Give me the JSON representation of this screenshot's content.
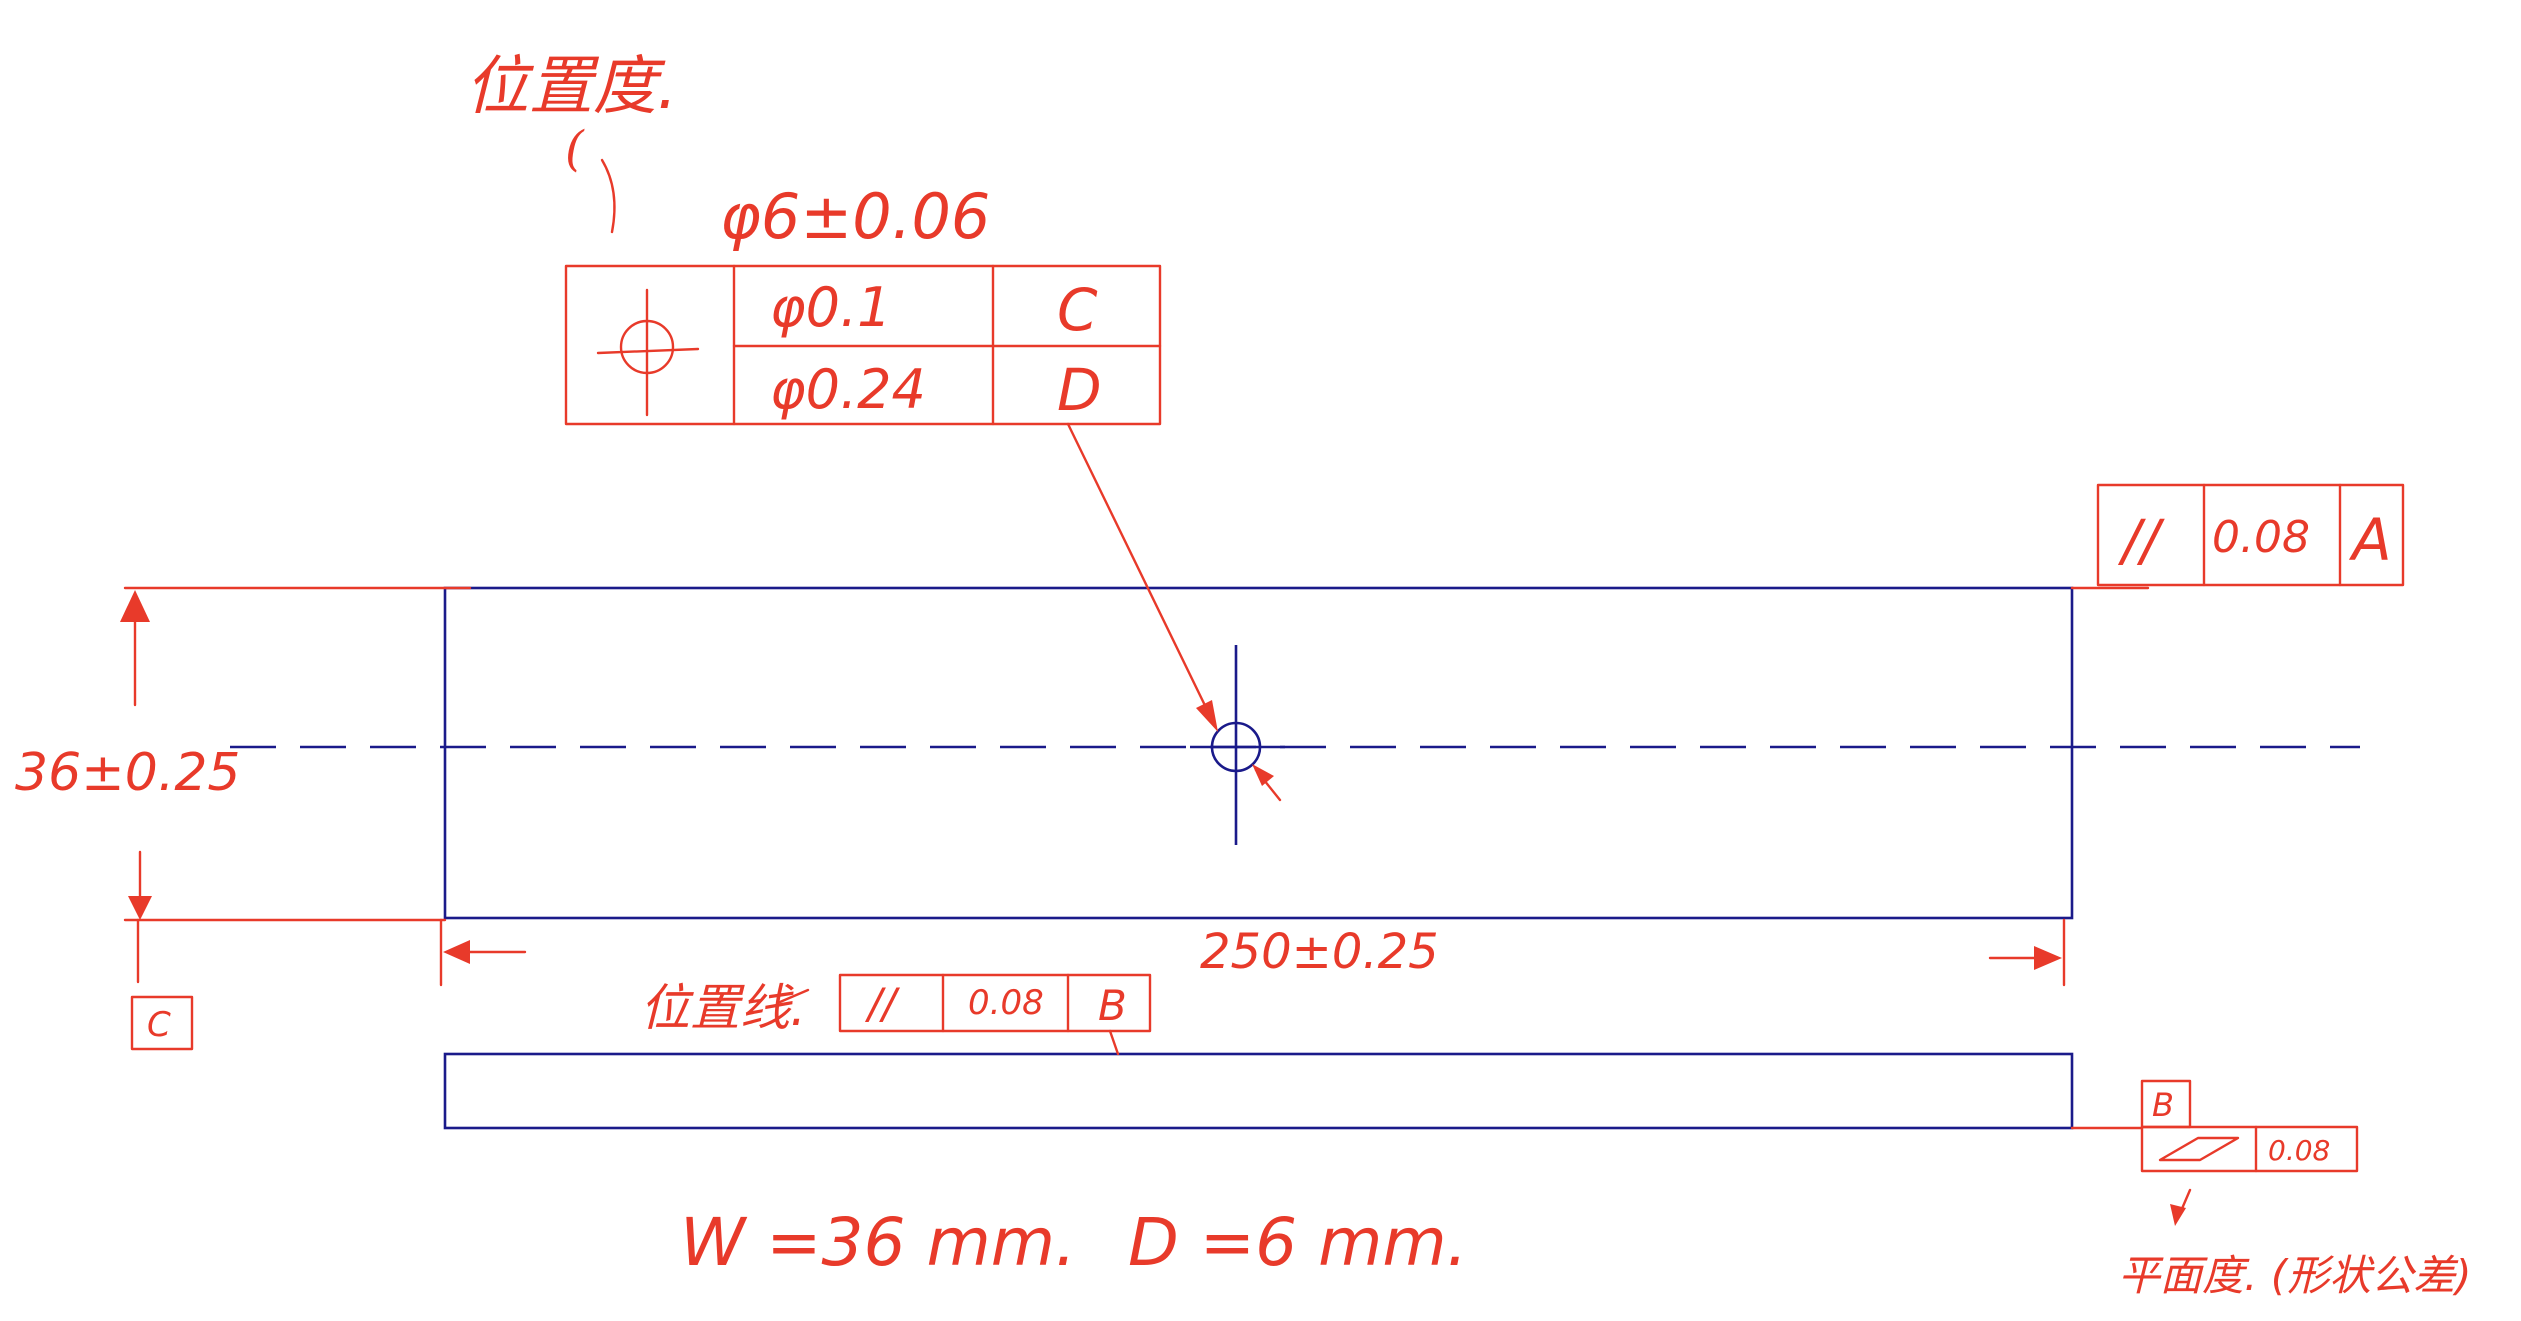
{
  "annotations": {
    "position_tolerance_label": "位置度.",
    "position_tolerance_bracket": "(",
    "hole_size": "φ6±0.06",
    "width_dimension": "36±0.25",
    "length_dimension": "250±0.25",
    "position_line_label": "位置线.",
    "flatness_label": "平面度. (形状公差)",
    "width_note": "W =36 mm.",
    "depth_note": "D =6 mm."
  },
  "feature_control_frames": {
    "position": {
      "symbol": "⌖",
      "row1": {
        "tolerance": "φ0.1",
        "datum": "C"
      },
      "row2": {
        "tolerance": "φ0.24",
        "datum": "D"
      }
    },
    "parallelism_top": {
      "symbol": "//",
      "tolerance": "0.08",
      "datum": "A"
    },
    "parallelism_bottom": {
      "symbol": "//",
      "tolerance": "0.08",
      "datum": "B"
    },
    "flatness": {
      "symbol": "▱",
      "tolerance": "0.08",
      "datum_tag": "B"
    }
  },
  "datums": {
    "c": "C"
  },
  "colors": {
    "markup": "#e83a2a",
    "part": "#1a1a8a",
    "background": "#ffffff"
  }
}
